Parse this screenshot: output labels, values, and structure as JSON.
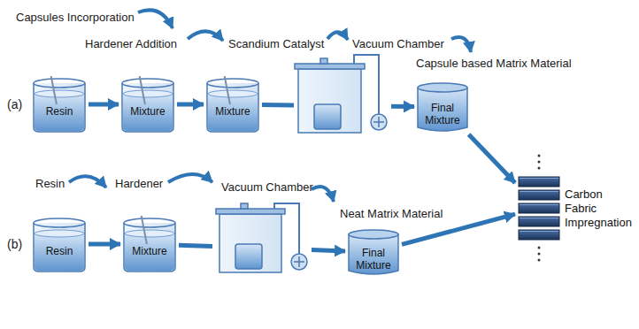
{
  "diagram": {
    "nodes": [
      {
        "text": [
          "Resin"
        ]
      },
      {
        "text": [
          "Mixture"
        ]
      },
      {
        "text": [
          "Mixture"
        ]
      },
      {
        "text": [
          "Final Mixture"
        ]
      },
      {
        "text": [
          "Resin"
        ]
      },
      {
        "text": [
          "Mixture"
        ]
      },
      {
        "text": [
          "Final Mixture"
        ]
      },
      {
        "text": [
          "Carbon Fabric Impregnation"
        ]
      }
    ],
    "edges": [
      {
        "from": 0,
        "to": 1,
        "arrow": "to"
      },
      {
        "from": 1,
        "to": 2,
        "arrow": "to"
      },
      {
        "from": 2,
        "to": 3,
        "arrow": "to"
      },
      {
        "from": 3,
        "to": 7,
        "arrow": "to"
      },
      {
        "from": 4,
        "to": 5,
        "arrow": "to"
      },
      {
        "from": 5,
        "to": 6,
        "arrow": "to"
      },
      {
        "from": 6,
        "to": 7,
        "arrow": "to"
      }
    ],
    "labels": [
      "(a)",
      "Capsules Incorporation",
      "Hardener Addition",
      "Scandium Catalyst",
      "Vacuum Chamber",
      "Capsule based Matrix Material",
      "(b)",
      "Resin",
      "Hardener",
      "Vacuum Chamber",
      "Neat Matrix Material"
    ]
  }
}
